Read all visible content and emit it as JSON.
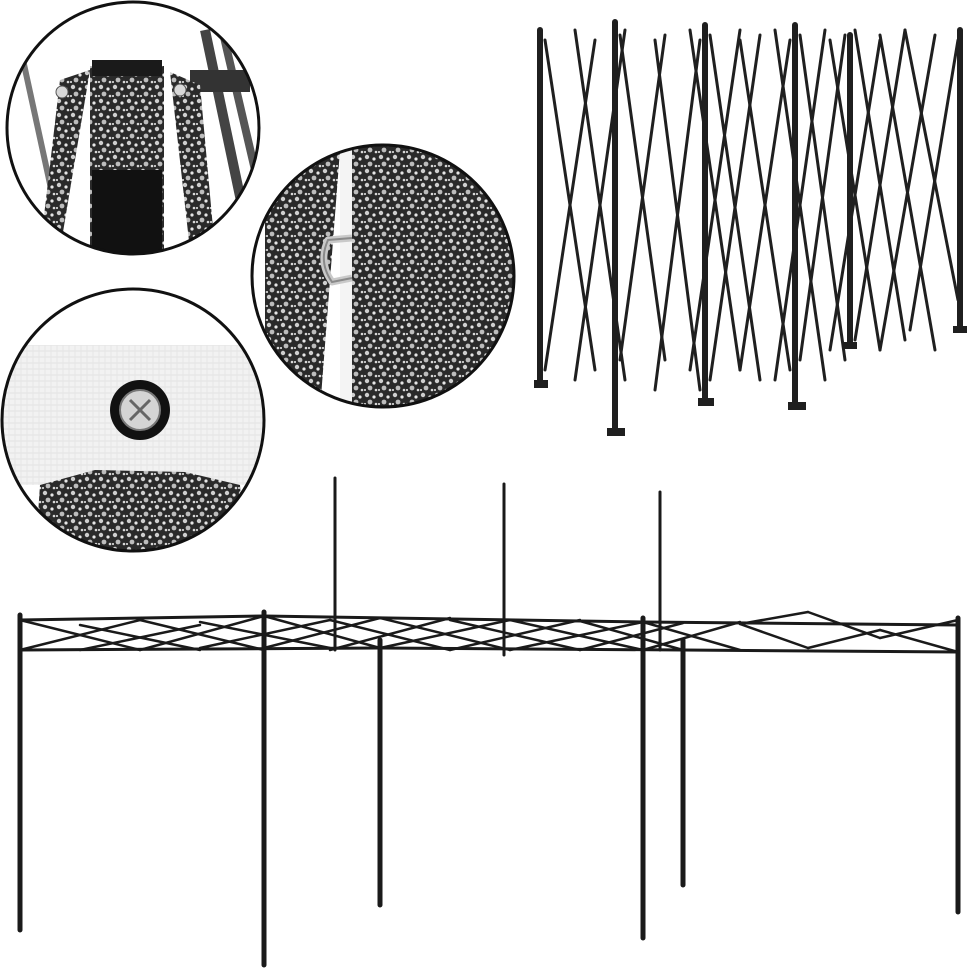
{
  "image": {
    "subject": "gazebo-frame-product-photo",
    "details": [
      {
        "name": "leg-joint-detail"
      },
      {
        "name": "d-ring-detail"
      },
      {
        "name": "screw-fastener-detail"
      }
    ],
    "views": [
      {
        "name": "folded-frame-view"
      },
      {
        "name": "expanded-frame-view"
      }
    ],
    "colors": {
      "frame": "#1f1f1f",
      "hammertone_light": "#cfcfcf",
      "hammertone_dark": "#2a2a2a",
      "fabric": "#f1f1f1",
      "background": "#ffffff"
    }
  }
}
